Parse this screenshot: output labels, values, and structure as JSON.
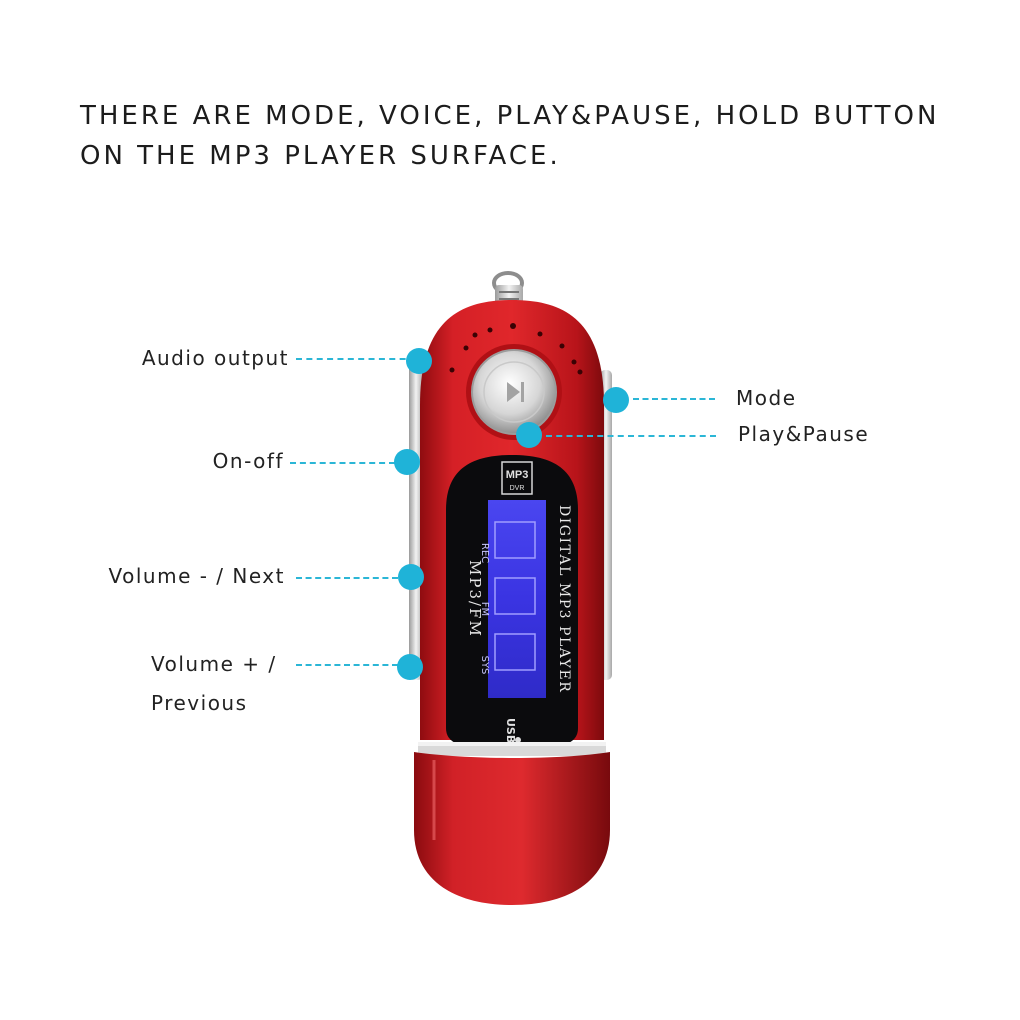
{
  "headline": {
    "line1": "THERE ARE MODE, VOICE, PLAY&PAUSE, HOLD BUTTON",
    "line2": "ON THE MP3 PLAYER SURFACE."
  },
  "callouts": {
    "audio_output": "Audio output",
    "on_off": "On-off",
    "volume_minus": "Volume - / Next",
    "volume_plus_line1": "Volume + /",
    "volume_plus_line2": "Previous",
    "mode": "Mode",
    "play_pause": "Play&Pause"
  },
  "device": {
    "badge_top": "MP3",
    "badge_bottom": "DVR",
    "side_text_left": "MP3/FM",
    "side_text_right": "DIGITAL MP3 PLAYER",
    "menu_rec": "REC",
    "menu_fm": "FM",
    "menu_sys": "SYS",
    "usb_label": "USB",
    "body_color": "#c8161b",
    "lcd_color": "#3a36e6"
  },
  "colors": {
    "accent": "#1fb3d8"
  }
}
